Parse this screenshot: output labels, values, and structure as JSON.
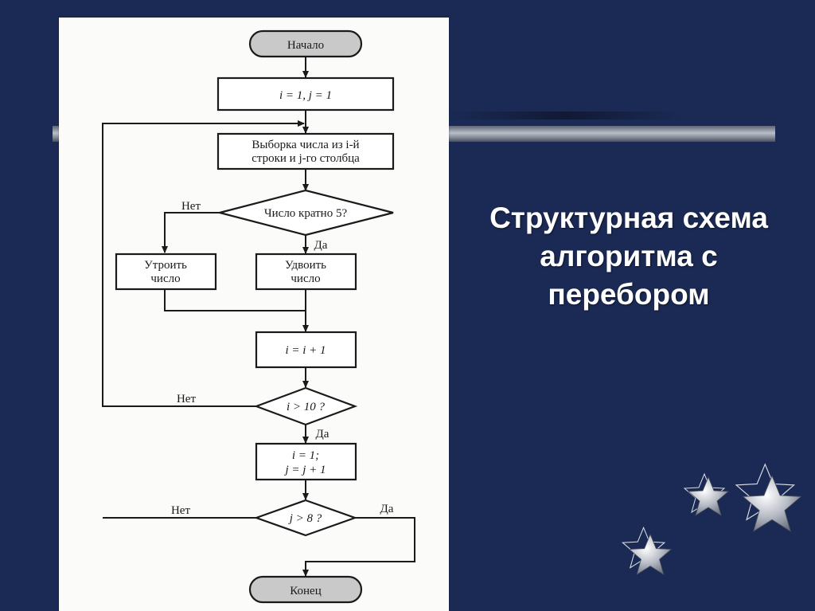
{
  "slide": {
    "title_lines": [
      "Структурная схема",
      "алгоритма с",
      "перебором"
    ]
  },
  "flowchart": {
    "start": "Начало",
    "init": "i = 1, j = 1",
    "select_line1": "Выборка числа из i-й",
    "select_line2": "строки и j-го столбца",
    "cond1": "Число кратно 5?",
    "cond1_no": "Нет",
    "cond1_yes": "Да",
    "triple_line1": "Утроить",
    "triple_line2": "число",
    "double_line1": "Удвоить",
    "double_line2": "число",
    "inc_i": "i = i + 1",
    "cond2": "i > 10 ?",
    "cond2_no": "Нет",
    "cond2_yes": "Да",
    "reset_line1": "i = 1;",
    "reset_line2": "j = j + 1",
    "cond3": "j > 8 ?",
    "cond3_no": "Нет",
    "cond3_yes": "Да",
    "end": "Конец"
  },
  "colors": {
    "background": "#1b2a55",
    "paper": "#fbfbf9",
    "terminal_fill": "#c9c9c9",
    "title": "#ffffff"
  }
}
